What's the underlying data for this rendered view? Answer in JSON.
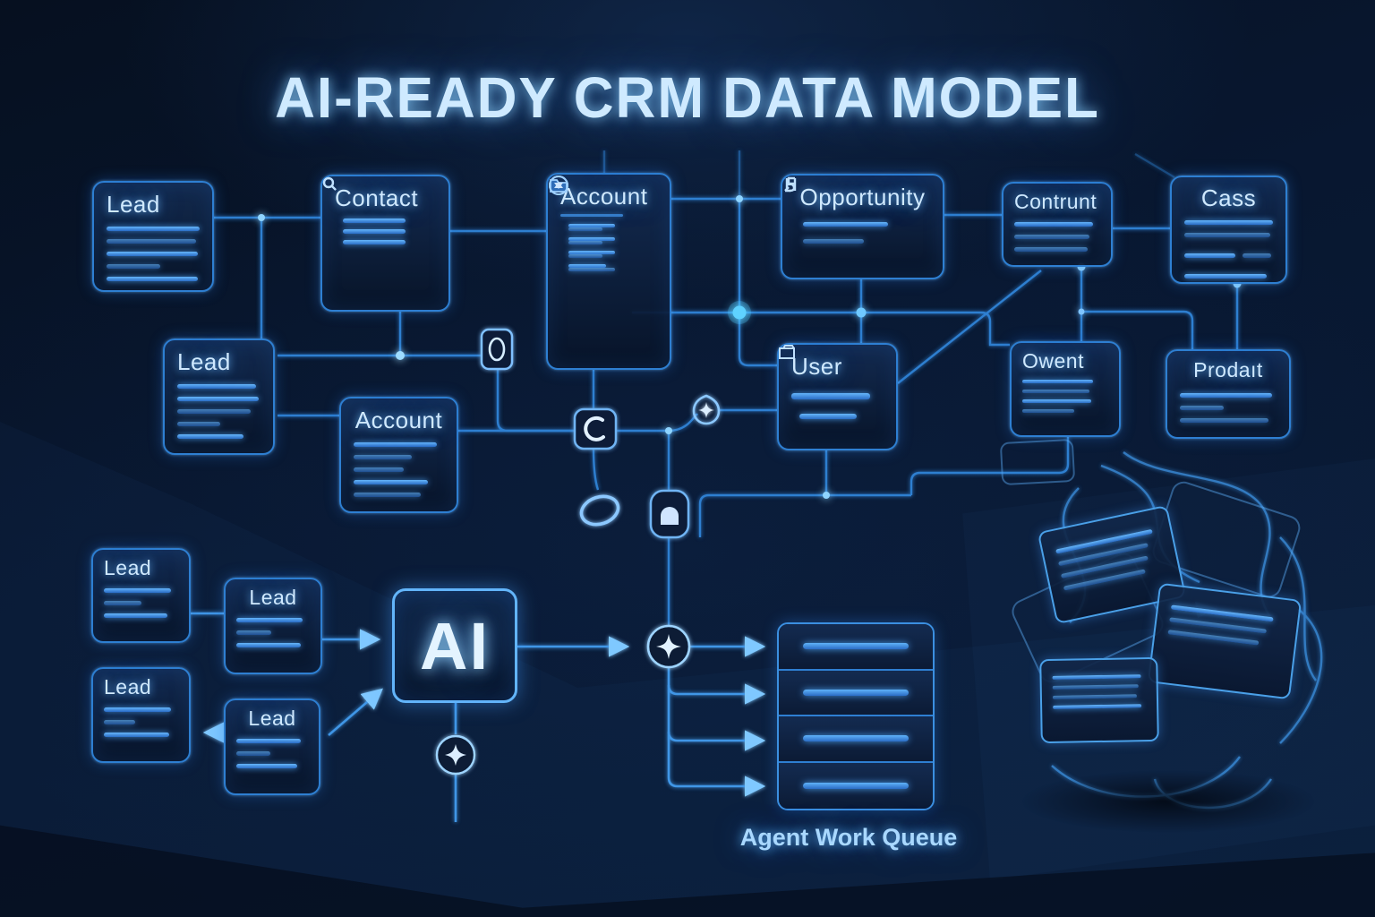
{
  "title": "AI-READY CRM DATA MODEL",
  "entities": {
    "lead_top": {
      "title": "Lead"
    },
    "contact": {
      "title": "Contact"
    },
    "account_main": {
      "title": "Account"
    },
    "opportunity": {
      "title": "Opportunity"
    },
    "contrunt": {
      "title": "Contrunt"
    },
    "cass": {
      "title": "Cass"
    },
    "lead_mid": {
      "title": "Lead"
    },
    "account_small": {
      "title": "Account"
    },
    "user": {
      "title": "User"
    },
    "owent": {
      "title": "Owent"
    },
    "prodait": {
      "title": "Prodaıt"
    },
    "lead_a": {
      "title": "Lead"
    },
    "lead_b": {
      "title": "Lead"
    },
    "lead_c": {
      "title": "Lead"
    },
    "lead_d": {
      "title": "Lead"
    }
  },
  "ai_node": {
    "label": "AI"
  },
  "queue": {
    "label": "Agent Work Queue",
    "row_count": 4
  },
  "icons": {
    "contact_row": "magnifier-icon",
    "account_rows": [
      "chevron-down-circle-icon",
      "folder-icon",
      "caret-up-circle-icon",
      "caret-down-circle-icon"
    ],
    "opportunity_rows": [
      "pillar-glyph-icon",
      "s-glyph-icon"
    ],
    "user_row": "briefcase-icon",
    "connectors": [
      "zero-chip-icon",
      "crescent-chip-icon",
      "oval-ring-icon",
      "lock-chip-icon",
      "sparkle-diamond-icon",
      "sparkle-circle-icon"
    ]
  },
  "colors": {
    "background": "#081527",
    "line": "#2e7fd0",
    "glow": "#56c3ff",
    "box_border": "#2e7fd2",
    "box_fill": "#0c2040",
    "bar": "#3f92e8",
    "title_text": "#cfeaff"
  }
}
